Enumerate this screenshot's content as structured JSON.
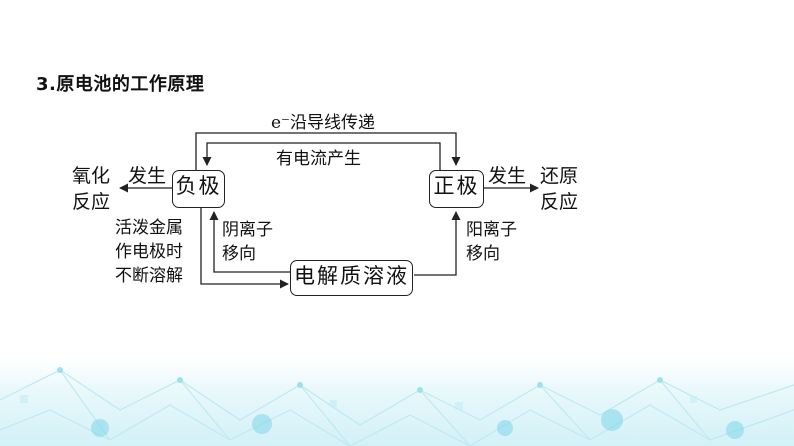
{
  "heading": "3.原电池的工作原理",
  "diagram": {
    "negative_electrode": "负极",
    "positive_electrode": "正极",
    "electrolyte": "电解质溶液",
    "electron_flow": "e⁻沿导线传递",
    "current": "有电流产生",
    "left_occur": "发生",
    "left_reaction": [
      "氧化",
      "反应"
    ],
    "right_occur": "发生",
    "right_reaction": [
      "还原",
      "反应"
    ],
    "metal_note": [
      "活泼金属",
      "作电极时",
      "不断溶解"
    ],
    "anion_move": [
      "阴离子",
      "移向"
    ],
    "cation_move": [
      "阳离子",
      "移向"
    ]
  },
  "colors": {
    "background_accent": "#6fd0e6",
    "line": "#222222"
  }
}
